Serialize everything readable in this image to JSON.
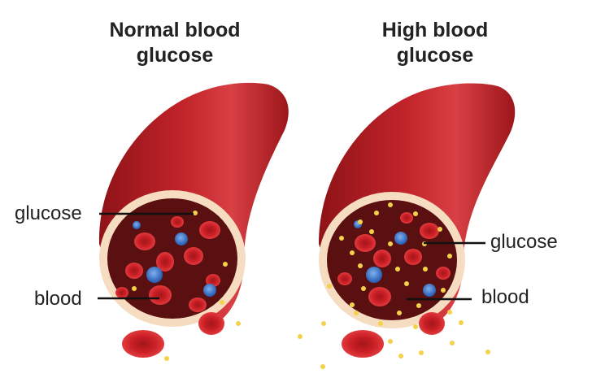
{
  "panels": {
    "normal": {
      "title_line1": "Normal blood",
      "title_line2": "glucose",
      "label_glucose": "glucose",
      "label_blood": "blood"
    },
    "high": {
      "title_line1": "High blood",
      "title_line2": "glucose",
      "label_glucose": "glucose",
      "label_blood": "blood"
    }
  },
  "colors": {
    "vessel_dark": "#8e1317",
    "vessel_main": "#b71c22",
    "vessel_highlight": "#d84044",
    "vessel_wall": "#f6dcc0",
    "lumen": "#5a0f10",
    "red_cell": "#d8272c",
    "red_cell_core": "#a3161a",
    "glucose": "#f3d24a",
    "blue_cell": "#3b74c8"
  }
}
